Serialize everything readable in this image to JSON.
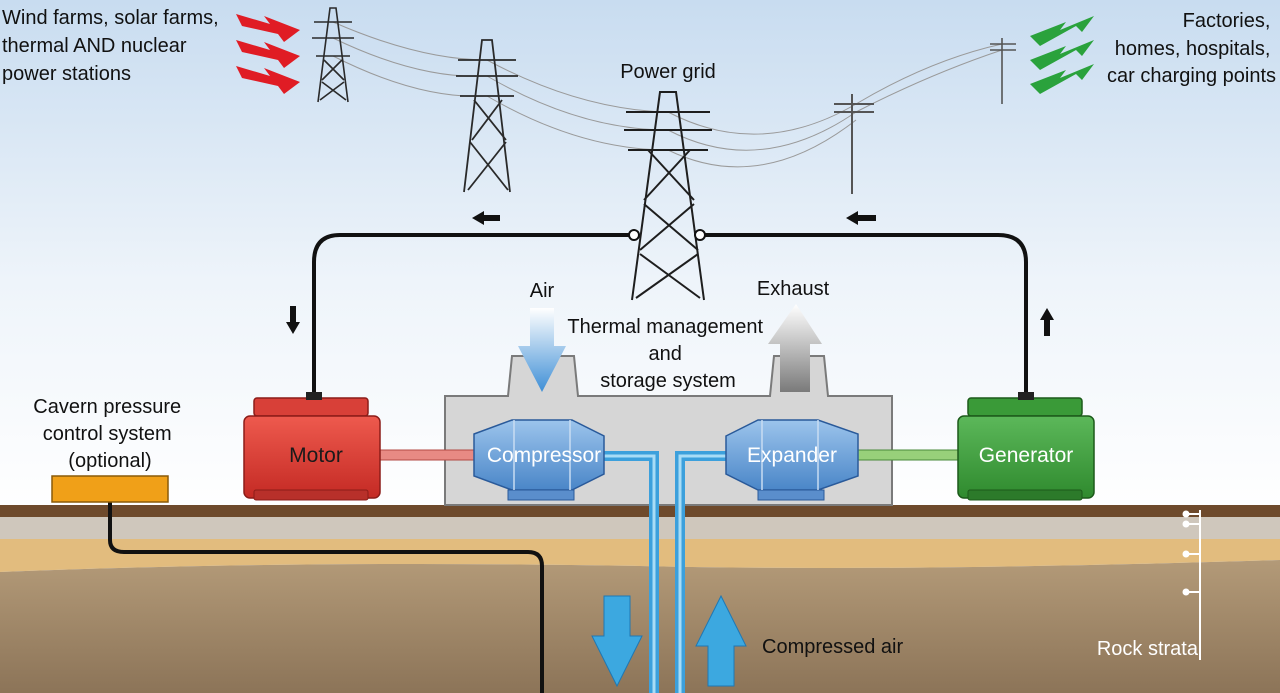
{
  "labels": {
    "sources": [
      "Wind farms, solar farms,",
      "thermal AND nuclear",
      "power stations"
    ],
    "consumers": [
      "Factories,",
      "homes, hospitals,",
      "car charging points"
    ],
    "power_grid": "Power grid",
    "air": "Air",
    "exhaust": "Exhaust",
    "thermal": [
      "Thermal management",
      "and",
      "storage system"
    ],
    "cavern": [
      "Cavern pressure",
      "control system",
      "(optional)"
    ],
    "motor": "Motor",
    "compressor": "Compressor",
    "expander": "Expander",
    "generator": "Generator",
    "compressed_air": "Compressed air",
    "rock_strata": "Rock strata"
  },
  "colors": {
    "motor": "#d93a34",
    "generator": "#3c9c3a",
    "compressor": "#6ea4dc",
    "expander": "#6ea4dc",
    "pipe": "#3ca0dc",
    "cavern_box": "#f0a018",
    "source_arrows": "#e01c24",
    "consumer_arrows": "#2aa23c"
  },
  "icons": [
    "lightning-arrow-icon",
    "pylon-icon",
    "utility-pole-icon"
  ]
}
